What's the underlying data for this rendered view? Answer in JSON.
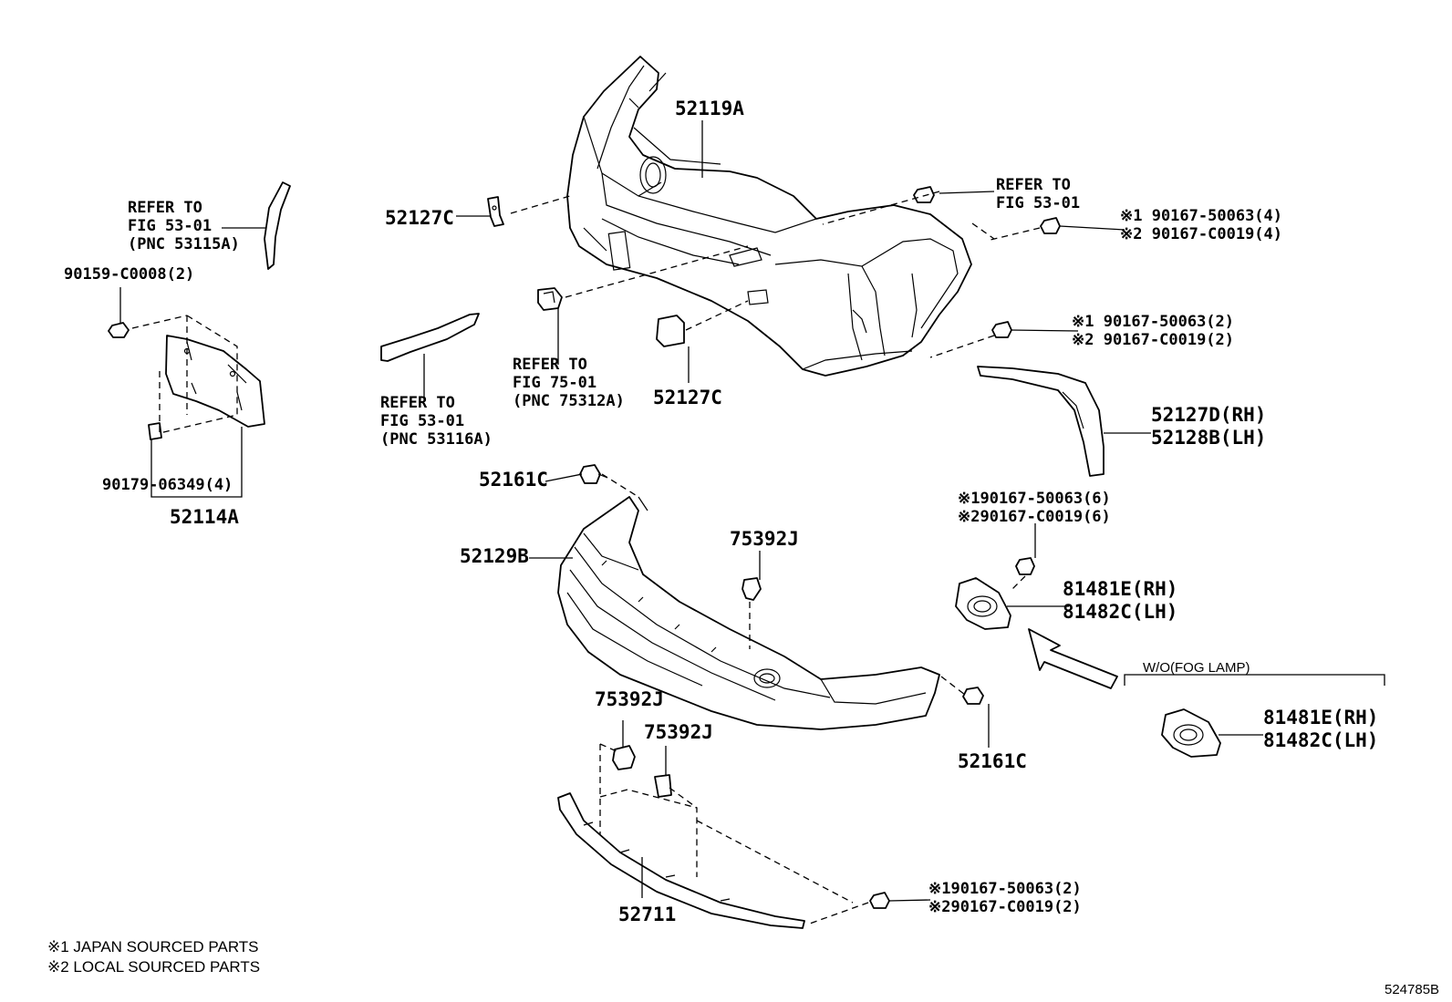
{
  "labels": {
    "bumper_cover": "52119A",
    "bracket_upper": "52127C",
    "bracket_center": "52127C",
    "refer_top_right": [
      "REFER TO",
      "FIG 53-01"
    ],
    "refer_left_top": [
      "REFER TO",
      "FIG 53-01",
      "(PNC 53115A)"
    ],
    "bolt_left": "90159-C0008(2)",
    "clip_left": "90179-06349(4)",
    "license_bracket": "52114A",
    "refer_molding": [
      "REFER TO",
      "FIG 53-01",
      "(PNC 53116A)"
    ],
    "refer_center": [
      "REFER TO",
      "FIG 75-01",
      "(PNC 75312A)"
    ],
    "clip_r1": [
      "※1 90167-50063(4)",
      "※2 90167-C0019(4)"
    ],
    "clip_r2": [
      "※1 90167-50063(2)",
      "※2 90167-C0019(2)"
    ],
    "moulding_side": [
      "52127D(RH)",
      "52128B(LH)"
    ],
    "retainer_top": "52161C",
    "lower_grille": "52129B",
    "clip_center": "75392J",
    "clip_r3": [
      "※190167-50063(6)",
      "※290167-C0019(6)"
    ],
    "fog_cover": [
      "81481E(RH)",
      "81482C(LH)"
    ],
    "wo_fog": "W/O(FOG LAMP)",
    "fog_cover_2": [
      "81481E(RH)",
      "81482C(LH)"
    ],
    "clip_lower_1": "75392J",
    "clip_lower_2": "75392J",
    "retainer_bottom": "52161C",
    "spoiler": "52711",
    "clip_r4": [
      "※190167-50063(2)",
      "※290167-C0019(2)"
    ],
    "footnotes": [
      "※1 JAPAN SOURCED PARTS",
      "※2 LOCAL SOURCED PARTS"
    ],
    "illustration_no": "524785B"
  }
}
